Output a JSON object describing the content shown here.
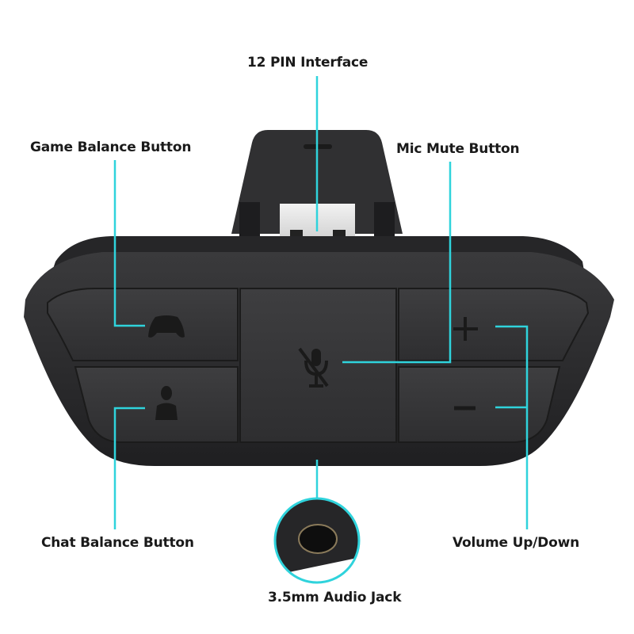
{
  "labels": {
    "pin_interface": "12 PIN Interface",
    "game_balance": "Game Balance Button",
    "mic_mute": "Mic Mute Button",
    "chat_balance": "Chat Balance Button",
    "volume": "Volume Up/Down",
    "audio_jack": "3.5mm Audio Jack"
  },
  "colors": {
    "callout_line": "#2fd3dc",
    "device_body": "#2b2b2d",
    "button_face": "#38383a",
    "text": "#1a1a1a"
  },
  "icons": [
    "controller-plus-icon",
    "person-plus-icon",
    "mic-muted-icon",
    "plus-icon",
    "minus-icon",
    "usb-connector-icon"
  ]
}
